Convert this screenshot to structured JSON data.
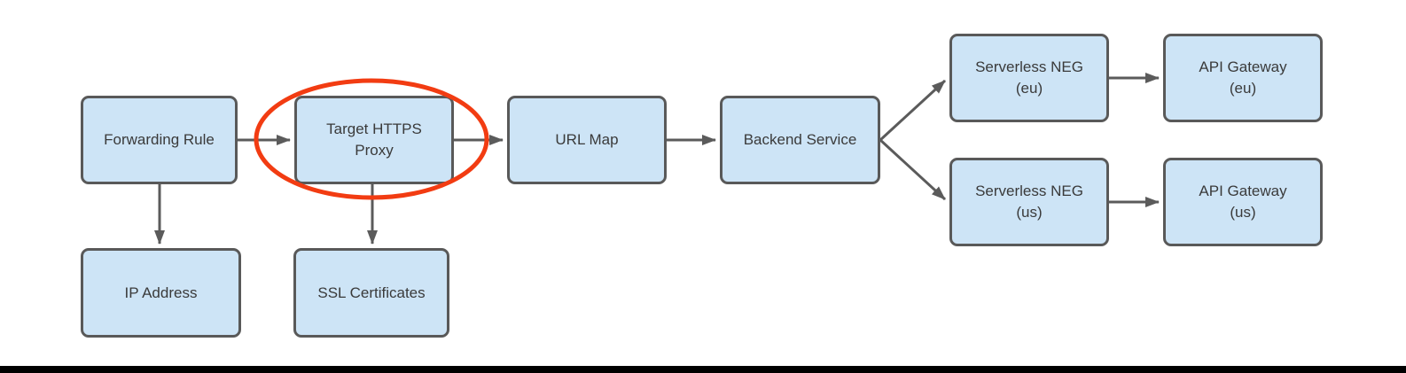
{
  "colors": {
    "node-fill": "#CDE4F6",
    "node-border": "#595959",
    "arrow": "#5B5B5B",
    "text": "#3A3A3A",
    "highlight": "#F23C12",
    "bottom-bar": "#000000"
  },
  "nodes": {
    "forwarding_rule": {
      "label": "Forwarding Rule"
    },
    "target_https_proxy": {
      "label": "Target HTTPS\nProxy"
    },
    "url_map": {
      "label": "URL Map"
    },
    "backend_service": {
      "label": "Backend Service"
    },
    "serverless_neg_eu": {
      "label": "Serverless NEG\n(eu)"
    },
    "api_gateway_eu": {
      "label": "API Gateway\n(eu)"
    },
    "serverless_neg_us": {
      "label": "Serverless NEG\n(us)"
    },
    "api_gateway_us": {
      "label": "API Gateway\n(us)"
    },
    "ip_address": {
      "label": "IP Address"
    },
    "ssl_certificates": {
      "label": "SSL Certificates"
    }
  },
  "edges": [
    {
      "from": "Forwarding Rule",
      "to": "Target HTTPS Proxy"
    },
    {
      "from": "Target HTTPS Proxy",
      "to": "URL Map"
    },
    {
      "from": "URL Map",
      "to": "Backend Service"
    },
    {
      "from": "Backend Service",
      "to": "Serverless NEG (eu)"
    },
    {
      "from": "Backend Service",
      "to": "Serverless NEG (us)"
    },
    {
      "from": "Serverless NEG (eu)",
      "to": "API Gateway (eu)"
    },
    {
      "from": "Serverless NEG (us)",
      "to": "API Gateway (us)"
    },
    {
      "from": "Forwarding Rule",
      "to": "IP Address"
    },
    {
      "from": "Target HTTPS Proxy",
      "to": "SSL Certificates"
    }
  ],
  "highlight": {
    "type": "ellipse",
    "around": "Target HTTPS Proxy"
  }
}
